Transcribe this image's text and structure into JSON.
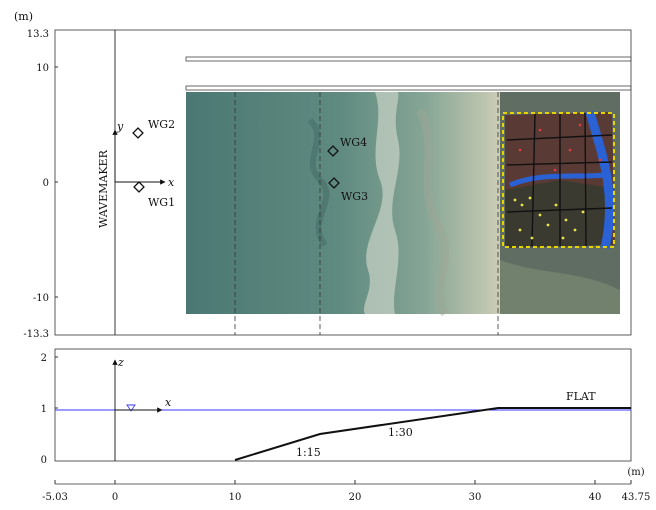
{
  "plan_view": {
    "unit": "(m)",
    "y_ticks": [
      "13.3",
      "10",
      "0",
      "-10",
      "-13.3"
    ],
    "wavemaker_label": "WAVEMAKER",
    "axis_y_label": "y",
    "axis_x_label": "x",
    "gauges": [
      {
        "id": "WG1",
        "label": "WG1"
      },
      {
        "id": "WG2",
        "label": "WG2"
      },
      {
        "id": "WG3",
        "label": "WG3"
      },
      {
        "id": "WG4",
        "label": "WG4"
      }
    ],
    "colors": {
      "ocean_deep": "#4d7a76",
      "ocean_shallow": "#8faa9c",
      "sand": "#d6cdb6",
      "town_outline": "#e6d400",
      "water_channel": "#2a62d6"
    }
  },
  "profile_view": {
    "y_ticks": [
      "2",
      "1",
      "0"
    ],
    "axis_z_label": "z",
    "axis_x_label": "x",
    "slope_labels": [
      "1:15",
      "1:30"
    ],
    "flat_label": "FLAT",
    "water_level_color": "#3a3aff"
  },
  "x_axis": {
    "unit": "(m)",
    "ticks": [
      "-5.03",
      "0",
      "10",
      "20",
      "30",
      "40",
      "43.75"
    ]
  }
}
